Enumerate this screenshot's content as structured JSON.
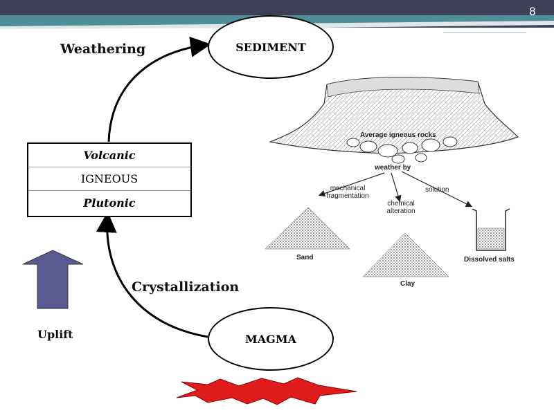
{
  "slide_number": "8",
  "colors": {
    "header": "#3c3f56",
    "teal_stripe": "#4e8e99",
    "uplift_arrow": "#5a5a90",
    "magma_burst": "#e01b1b"
  },
  "labels": {
    "weathering": "Weathering",
    "crystallization": "Crystallization",
    "uplift": "Uplift",
    "sediment": "SEDIMENT",
    "magma": "MAGMA"
  },
  "igneous_box": {
    "top": "Volcanic",
    "middle": "IGNEOUS",
    "bottom": "Plutonic"
  },
  "illustration": {
    "source": "Average igneous rocks",
    "process": "weather by",
    "paths": [
      "mechanical fragmentation",
      "chemical alteration",
      "solution"
    ],
    "products": [
      "Sand",
      "Clay",
      "Dissolved salts"
    ]
  }
}
